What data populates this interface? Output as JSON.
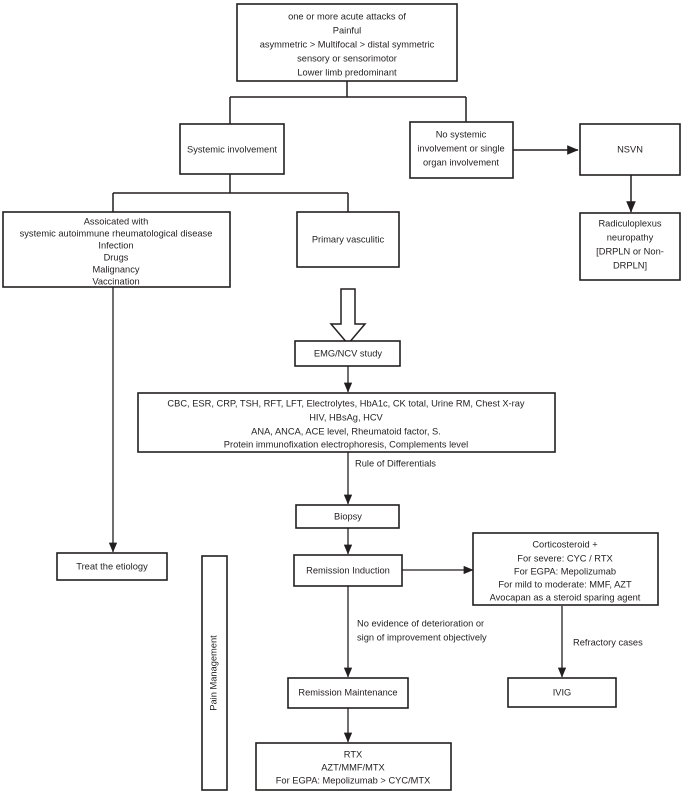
{
  "diagram": {
    "title": "Diagnostic and management algorithm for vasculitic neuropathy",
    "background_color": "#ffffff",
    "line_color": "#231f20",
    "text_color": "#231f20"
  },
  "nodes": {
    "presentation": {
      "id": "presentation",
      "lines": [
        "one or more acute attacks of",
        "Painful",
        "asymmetric > Multifocal > distal symmetric",
        "sensory or sensorimotor",
        "Lower limb predominant"
      ]
    },
    "systemic_involvement": {
      "id": "systemic-involvement",
      "lines": [
        "Systemic involvement"
      ]
    },
    "no_systemic_involvement": {
      "id": "no-systemic-involvement",
      "lines": [
        "No systemic",
        "involvement or single",
        "organ involvement"
      ]
    },
    "nsvn": {
      "id": "nsvn",
      "lines": [
        "NSVN"
      ]
    },
    "radiculoplexus": {
      "id": "radiculoplexus-neuropathy",
      "lines": [
        "Radiculoplexus",
        "neuropathy",
        "[DRPLN or Non-",
        "DRPLN]"
      ]
    },
    "associated_with": {
      "id": "associated-with",
      "lines": [
        "Assoicated with",
        "systemic autoimmune rheumatological disease",
        "Infection",
        "Drugs",
        "Malignancy",
        "Vaccination"
      ]
    },
    "primary_vasculitic": {
      "id": "primary-vasculitic",
      "lines": [
        "Primary vasculitic"
      ]
    },
    "emg_ncv": {
      "id": "emg-ncv-study",
      "lines": [
        "EMG/NCV study"
      ]
    },
    "labs": {
      "id": "laboratory-panel",
      "lines": [
        "CBC, ESR, CRP, TSH, RFT, LFT, Electrolytes, HbA1c, CK total, Urine RM, Chest X-ray",
        "HIV, HBsAg, HCV",
        "ANA, ANCA, ACE level, Rheumatoid factor, S.",
        "Protein immunofixation electrophoresis, Complements level"
      ]
    },
    "biopsy": {
      "id": "biopsy",
      "lines": [
        "Biopsy"
      ]
    },
    "treat_etiology": {
      "id": "treat-the-etiology",
      "lines": [
        "Treat the etiology"
      ]
    },
    "remission_induction": {
      "id": "remission-induction",
      "lines": [
        "Remission Induction"
      ]
    },
    "corticosteroid": {
      "id": "corticosteroid-regimen",
      "lines": [
        "Corticosteroid +",
        "For severe: CYC / RTX",
        "For EGPA: Mepolizumab",
        "For mild to moderate: MMF, AZT",
        "Avocapan as a steroid sparing agent"
      ]
    },
    "ivig": {
      "id": "ivig",
      "lines": [
        "IVIG"
      ]
    },
    "remission_maintenance": {
      "id": "remission-maintenance",
      "lines": [
        "Remission Maintenance"
      ]
    },
    "maintenance_drugs": {
      "id": "maintenance-drugs",
      "lines": [
        "RTX",
        "AZT/MMF/MTX",
        "For EGPA: Mepolizumab > CYC/MTX"
      ]
    },
    "pain_management": {
      "id": "pain-management",
      "lines": [
        "Pain Management"
      ],
      "orientation": "vertical"
    }
  },
  "edge_labels": {
    "rule_of_differentials": "Rule of Differentials",
    "no_evidence_line1": "No evidence of deterioration or",
    "no_evidence_line2": "sign of improvement objectively",
    "refractory_cases": "Refractory cases"
  }
}
